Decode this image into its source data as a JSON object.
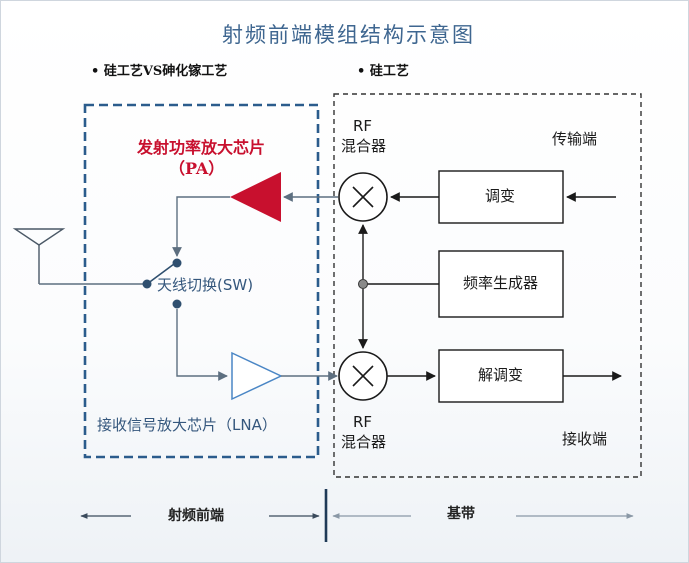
{
  "diagram": {
    "title": "射频前端模组结构示意图",
    "left_header": "• 硅工艺VS砷化镓工艺",
    "right_header": "• 硅工艺",
    "pa_label_line1": "发射功率放大芯片",
    "pa_label_line2": "（PA）",
    "switch_label": "天线切换(SW)",
    "lna_label": "接收信号放大芯片（LNA）",
    "mixer_top_line1": "RF",
    "mixer_top_line2": "混合器",
    "mixer_bottom_line1": "RF",
    "mixer_bottom_line2": "混合器",
    "transmit_end": "传输端",
    "receive_end": "接收端",
    "modulation_box": "调变",
    "frequency_generator_box": "频率生成器",
    "demodulation_box": "解调变",
    "rf_front_end_label": "射频前端",
    "baseband_label": "基带"
  },
  "colors": {
    "title": "#3e6690",
    "pa_red": "#c8102e",
    "dashed_blue": "#2b5c8c",
    "connector_gray": "#5d6f80",
    "lna_blue": "#4a86c5"
  }
}
